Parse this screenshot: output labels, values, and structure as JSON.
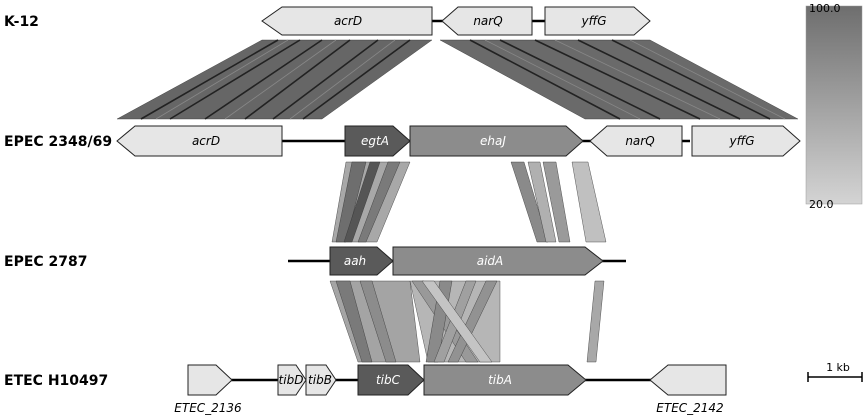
{
  "strains": {
    "k12": "K-12",
    "epec2348": "EPEC 2348/69",
    "epec2787": "EPEC 2787",
    "etec": "ETEC H10497"
  },
  "genes": {
    "k12": [
      "acrD",
      "narQ",
      "yffG"
    ],
    "epec2348": [
      "acrD",
      "egtA",
      "ehaJ",
      "narQ",
      "yffG"
    ],
    "epec2787": [
      "aah",
      "aidA"
    ],
    "etec": [
      "tibD",
      "tibB",
      "tibC",
      "tibA"
    ],
    "etec_outer": [
      "ETEC_2136",
      "ETEC_2142"
    ]
  },
  "legend": {
    "identity_max": "100.0",
    "identity_min": "20.0",
    "gradient_from": "#d4d4d4",
    "gradient_to": "#6e6e6e"
  },
  "scale": {
    "label": "1 kb"
  }
}
